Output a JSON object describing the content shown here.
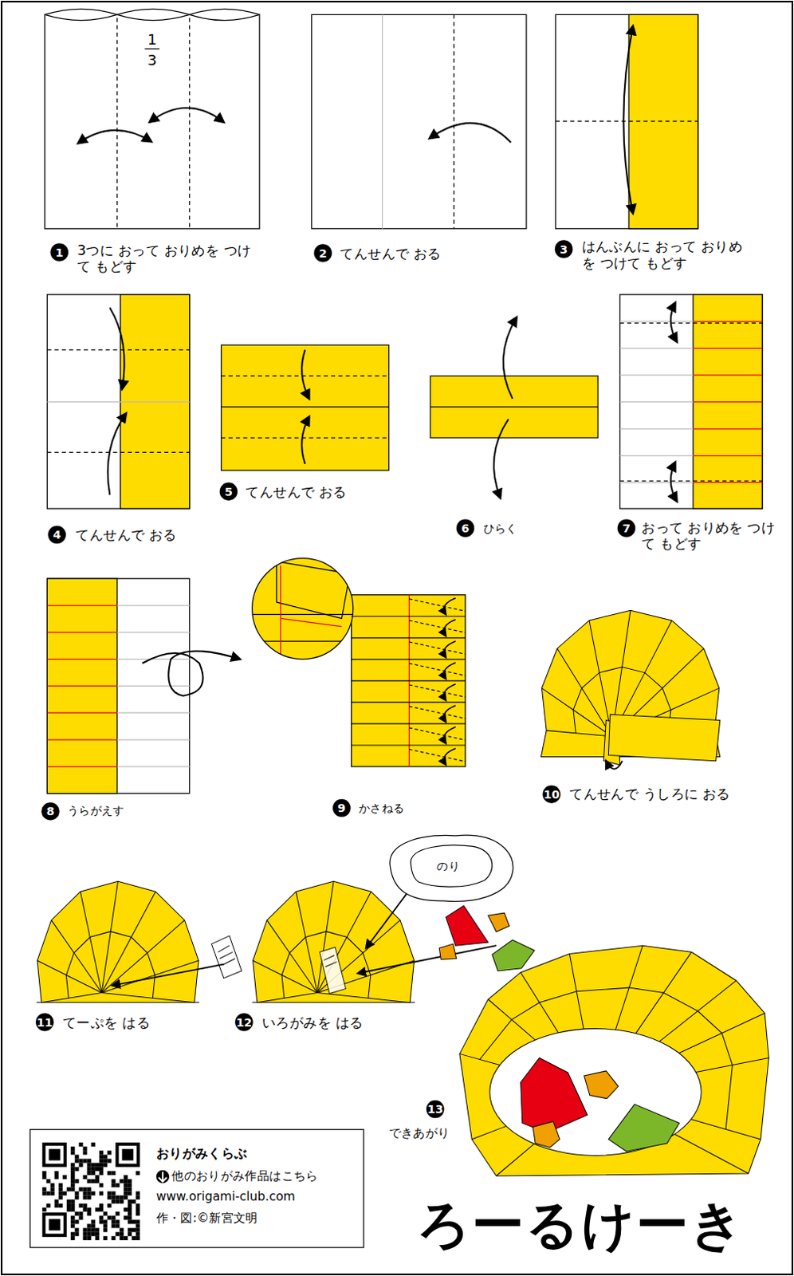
{
  "diagram": {
    "title": "ろーるけーき",
    "nodes": [
      {
        "text": [
          "おりがみくらぶ",
          "他のおりがみ作品はこちら",
          "www.origami-club.com",
          "作・図:©新宮文明"
        ]
      },
      {
        "text": [
          "のり"
        ]
      }
    ],
    "labels": [
      "1",
      "3",
      "1",
      "3つに おって おりめを つけて もどす",
      "2",
      "てんせんで おる",
      "3",
      "はんぶんに おって おりめを つけて もどす",
      "4",
      "てんせんで おる",
      "5",
      "てんせんで おる",
      "6",
      "ひらく",
      "7",
      "おって おりめを つけて もどす",
      "8",
      "うらがえす",
      "9",
      "かさねる",
      "10",
      "てんせんで うしろに おる",
      "11",
      "てーぷを はる",
      "12",
      "いろがみを はる",
      "13",
      "できあがり"
    ]
  }
}
